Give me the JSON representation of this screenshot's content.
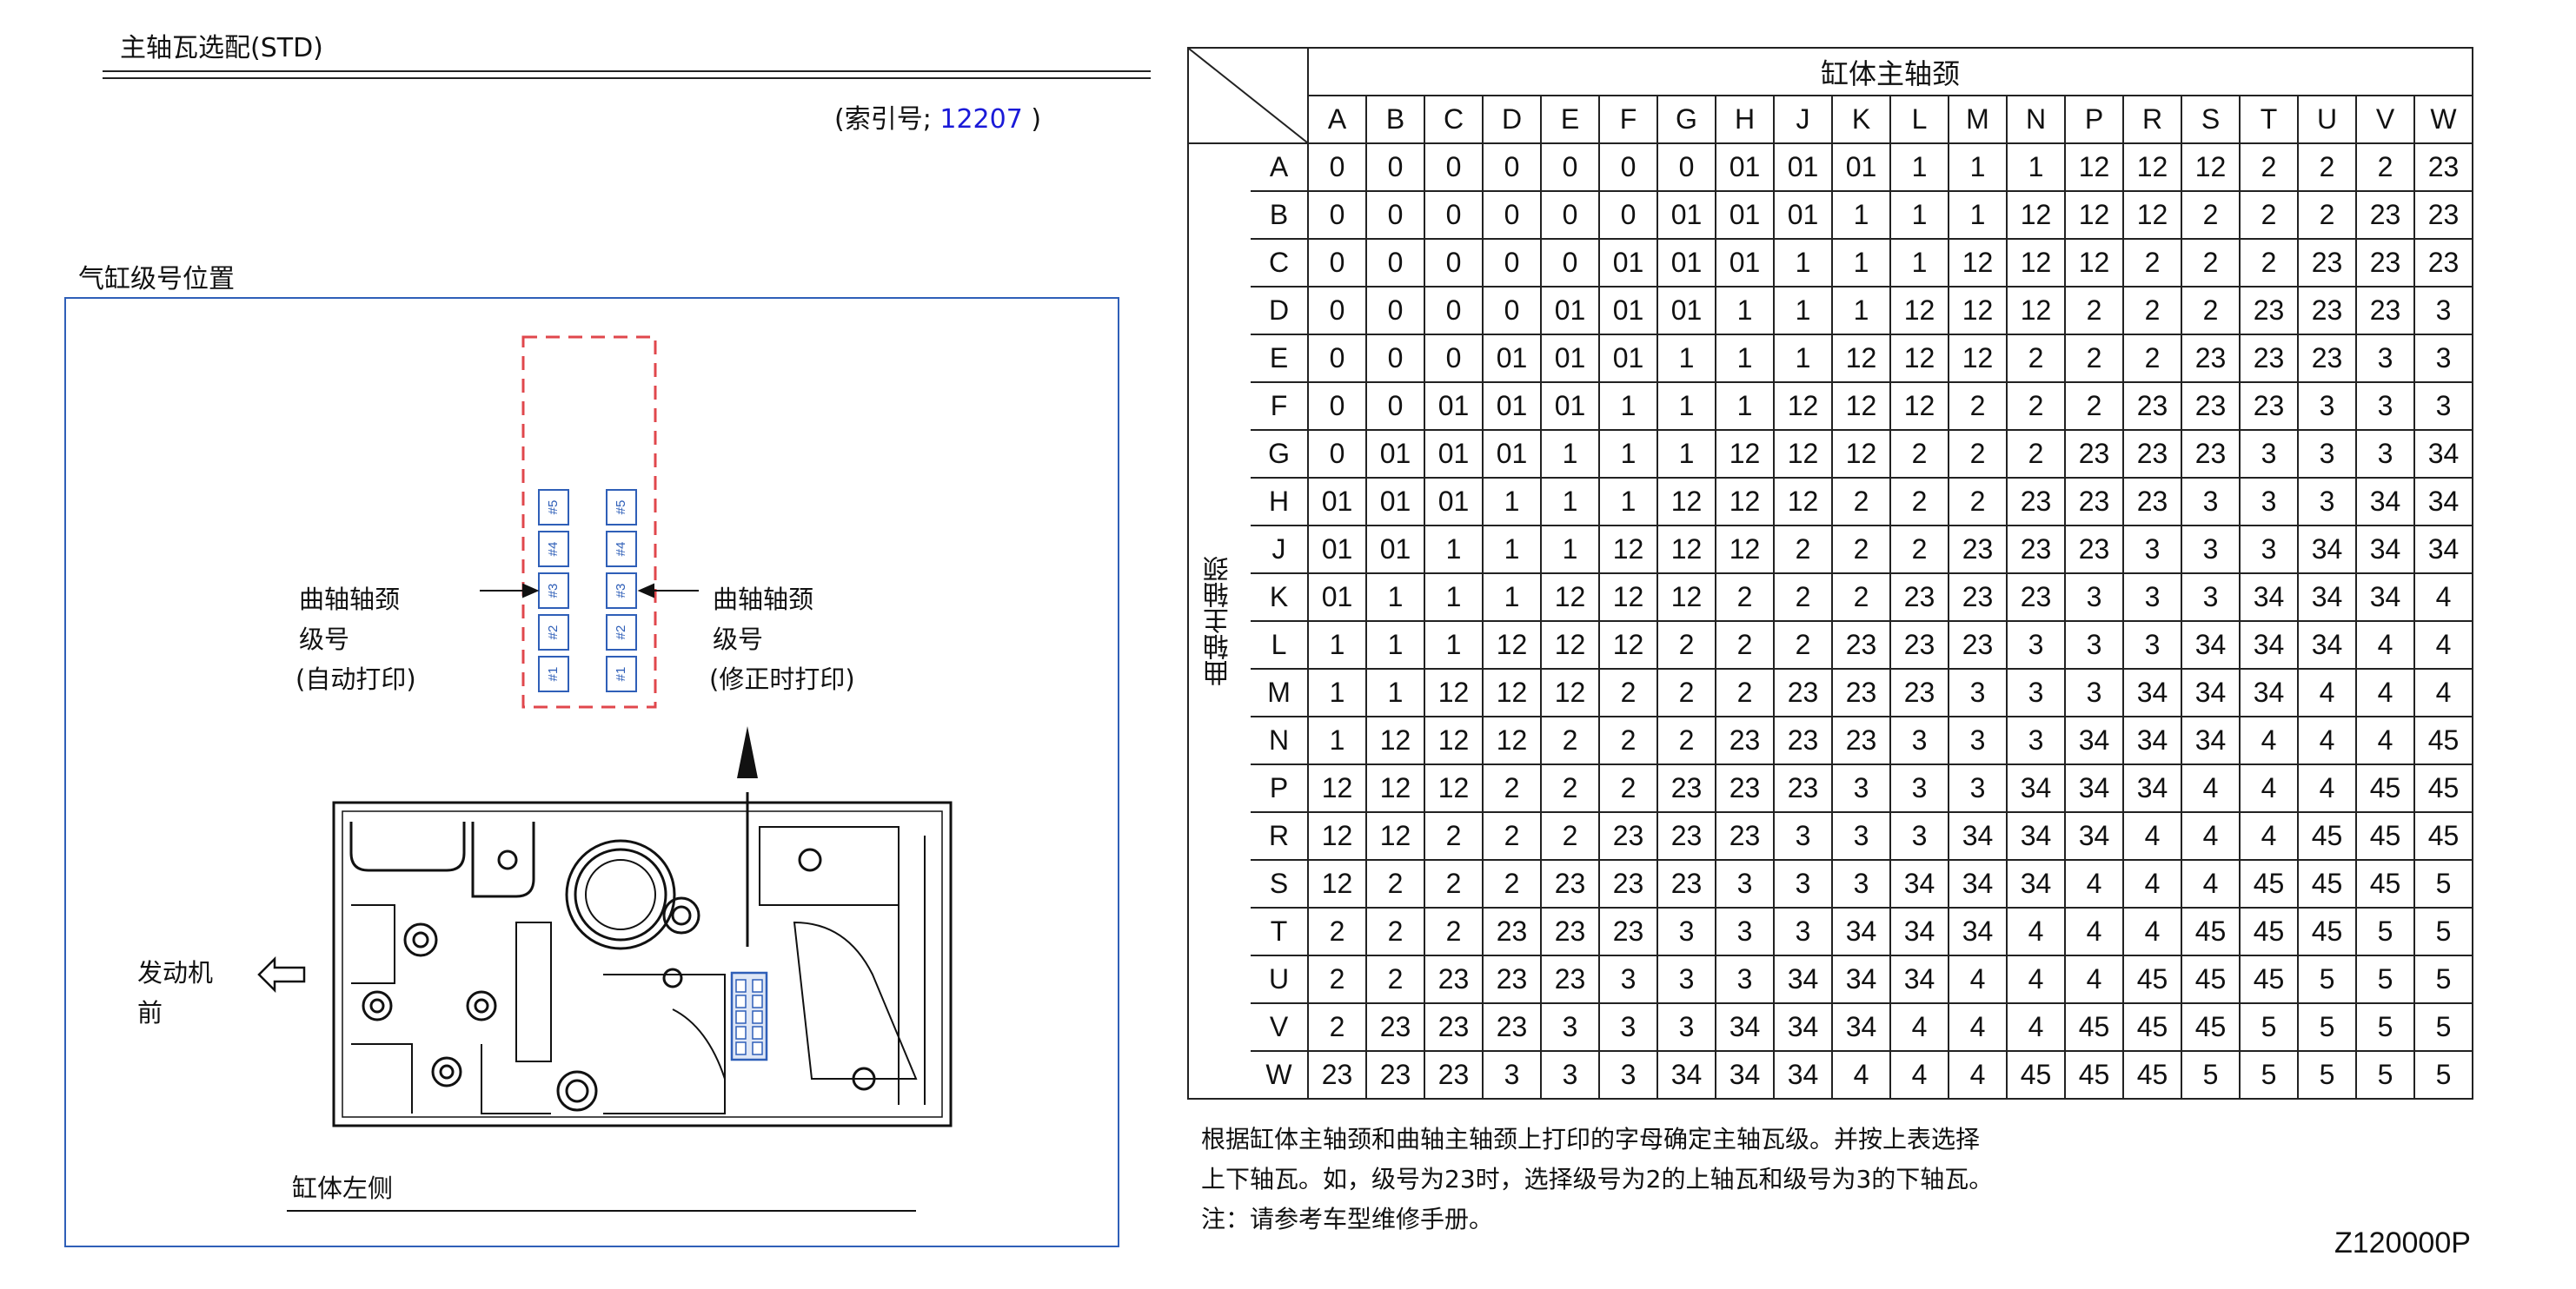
{
  "header": {
    "title": "主轴瓦选配(STD)",
    "ref_prefix": "(索引号;",
    "ref_number": "12207",
    "ref_suffix": ")"
  },
  "diagram": {
    "section_title": "气缸级号位置",
    "left_label_line1": "曲轴轴颈",
    "left_label_line2": "级号",
    "left_label_line3": "(自动打印)",
    "right_label_line1": "曲轴轴颈",
    "right_label_line2": "级号",
    "right_label_line3": "(修正时打印)",
    "stamp_labels": [
      "#5",
      "#4",
      "#3",
      "#2",
      "#1"
    ],
    "front_label_line1": "发动机",
    "front_label_line2": "前",
    "block_caption": "缸体左侧",
    "colors": {
      "frame": "#2f5fb8",
      "dashed_box": "#e0474c",
      "stamp": "#2f5fb8"
    }
  },
  "table": {
    "column_title": "缸体主轴颈",
    "row_title": "曲轴主轴颈",
    "columns": [
      "A",
      "B",
      "C",
      "D",
      "E",
      "F",
      "G",
      "H",
      "J",
      "K",
      "L",
      "M",
      "N",
      "P",
      "R",
      "S",
      "T",
      "U",
      "V",
      "W"
    ],
    "rows": [
      {
        "label": "A",
        "cells": [
          "0",
          "0",
          "0",
          "0",
          "0",
          "0",
          "0",
          "01",
          "01",
          "01",
          "1",
          "1",
          "1",
          "12",
          "12",
          "12",
          "2",
          "2",
          "2",
          "23"
        ]
      },
      {
        "label": "B",
        "cells": [
          "0",
          "0",
          "0",
          "0",
          "0",
          "0",
          "01",
          "01",
          "01",
          "1",
          "1",
          "1",
          "12",
          "12",
          "12",
          "2",
          "2",
          "2",
          "23",
          "23"
        ]
      },
      {
        "label": "C",
        "cells": [
          "0",
          "0",
          "0",
          "0",
          "0",
          "01",
          "01",
          "01",
          "1",
          "1",
          "1",
          "12",
          "12",
          "12",
          "2",
          "2",
          "2",
          "23",
          "23",
          "23"
        ]
      },
      {
        "label": "D",
        "cells": [
          "0",
          "0",
          "0",
          "0",
          "01",
          "01",
          "01",
          "1",
          "1",
          "1",
          "12",
          "12",
          "12",
          "2",
          "2",
          "2",
          "23",
          "23",
          "23",
          "3"
        ]
      },
      {
        "label": "E",
        "cells": [
          "0",
          "0",
          "0",
          "01",
          "01",
          "01",
          "1",
          "1",
          "1",
          "12",
          "12",
          "12",
          "2",
          "2",
          "2",
          "23",
          "23",
          "23",
          "3",
          "3"
        ]
      },
      {
        "label": "F",
        "cells": [
          "0",
          "0",
          "01",
          "01",
          "01",
          "1",
          "1",
          "1",
          "12",
          "12",
          "12",
          "2",
          "2",
          "2",
          "23",
          "23",
          "23",
          "3",
          "3",
          "3"
        ]
      },
      {
        "label": "G",
        "cells": [
          "0",
          "01",
          "01",
          "01",
          "1",
          "1",
          "1",
          "12",
          "12",
          "12",
          "2",
          "2",
          "2",
          "23",
          "23",
          "23",
          "3",
          "3",
          "3",
          "34"
        ]
      },
      {
        "label": "H",
        "cells": [
          "01",
          "01",
          "01",
          "1",
          "1",
          "1",
          "12",
          "12",
          "12",
          "2",
          "2",
          "2",
          "23",
          "23",
          "23",
          "3",
          "3",
          "3",
          "34",
          "34"
        ]
      },
      {
        "label": "J",
        "cells": [
          "01",
          "01",
          "1",
          "1",
          "1",
          "12",
          "12",
          "12",
          "2",
          "2",
          "2",
          "23",
          "23",
          "23",
          "3",
          "3",
          "3",
          "34",
          "34",
          "34"
        ]
      },
      {
        "label": "K",
        "cells": [
          "01",
          "1",
          "1",
          "1",
          "12",
          "12",
          "12",
          "2",
          "2",
          "2",
          "23",
          "23",
          "23",
          "3",
          "3",
          "3",
          "34",
          "34",
          "34",
          "4"
        ]
      },
      {
        "label": "L",
        "cells": [
          "1",
          "1",
          "1",
          "12",
          "12",
          "12",
          "2",
          "2",
          "2",
          "23",
          "23",
          "23",
          "3",
          "3",
          "3",
          "34",
          "34",
          "34",
          "4",
          "4"
        ]
      },
      {
        "label": "M",
        "cells": [
          "1",
          "1",
          "12",
          "12",
          "12",
          "2",
          "2",
          "2",
          "23",
          "23",
          "23",
          "3",
          "3",
          "3",
          "34",
          "34",
          "34",
          "4",
          "4",
          "4"
        ]
      },
      {
        "label": "N",
        "cells": [
          "1",
          "12",
          "12",
          "12",
          "2",
          "2",
          "2",
          "23",
          "23",
          "23",
          "3",
          "3",
          "3",
          "34",
          "34",
          "34",
          "4",
          "4",
          "4",
          "45"
        ]
      },
      {
        "label": "P",
        "cells": [
          "12",
          "12",
          "12",
          "2",
          "2",
          "2",
          "23",
          "23",
          "23",
          "3",
          "3",
          "3",
          "34",
          "34",
          "34",
          "4",
          "4",
          "4",
          "45",
          "45"
        ]
      },
      {
        "label": "R",
        "cells": [
          "12",
          "12",
          "2",
          "2",
          "2",
          "23",
          "23",
          "23",
          "3",
          "3",
          "3",
          "34",
          "34",
          "34",
          "4",
          "4",
          "4",
          "45",
          "45",
          "45"
        ]
      },
      {
        "label": "S",
        "cells": [
          "12",
          "2",
          "2",
          "2",
          "23",
          "23",
          "23",
          "3",
          "3",
          "3",
          "34",
          "34",
          "34",
          "4",
          "4",
          "4",
          "45",
          "45",
          "45",
          "5"
        ]
      },
      {
        "label": "T",
        "cells": [
          "2",
          "2",
          "2",
          "23",
          "23",
          "23",
          "3",
          "3",
          "3",
          "34",
          "34",
          "34",
          "4",
          "4",
          "4",
          "45",
          "45",
          "45",
          "5",
          "5"
        ]
      },
      {
        "label": "U",
        "cells": [
          "2",
          "2",
          "23",
          "23",
          "23",
          "3",
          "3",
          "3",
          "34",
          "34",
          "34",
          "4",
          "4",
          "4",
          "45",
          "45",
          "45",
          "5",
          "5",
          "5"
        ]
      },
      {
        "label": "V",
        "cells": [
          "2",
          "23",
          "23",
          "23",
          "3",
          "3",
          "3",
          "34",
          "34",
          "34",
          "4",
          "4",
          "4",
          "45",
          "45",
          "45",
          "5",
          "5",
          "5",
          "5"
        ]
      },
      {
        "label": "W",
        "cells": [
          "23",
          "23",
          "23",
          "3",
          "3",
          "3",
          "34",
          "34",
          "34",
          "4",
          "4",
          "4",
          "45",
          "45",
          "45",
          "5",
          "5",
          "5",
          "5",
          "5"
        ]
      }
    ]
  },
  "notes": {
    "line1": "根据缸体主轴颈和曲轴主轴颈上打印的字母确定主轴瓦级。并按上表选择",
    "line2": "上下轴瓦。如，级号为23时，选择级号为2的上轴瓦和级号为3的下轴瓦。",
    "line3": "注：请参考车型维修手册。"
  },
  "figure_id": "Z120000P"
}
